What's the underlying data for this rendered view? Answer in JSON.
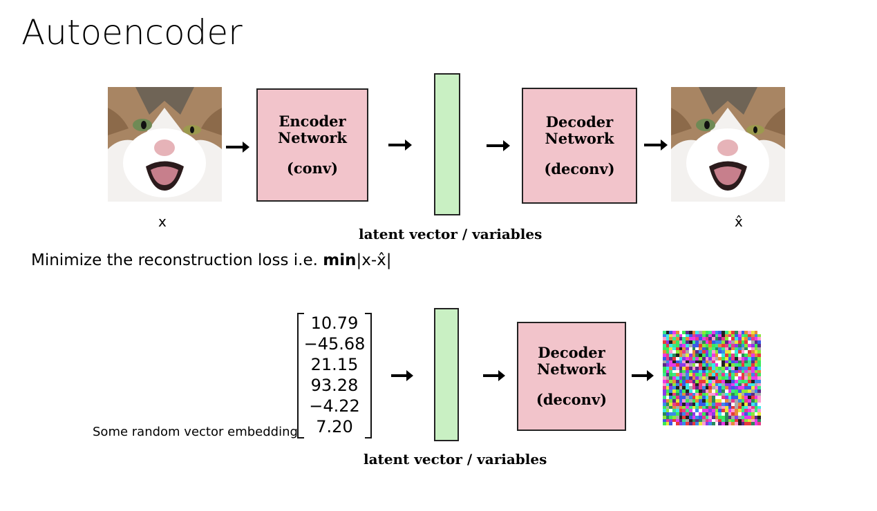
{
  "slide": {
    "title": "Autoencoder"
  },
  "top_diagram": {
    "input_image": {
      "label": "x",
      "description": "cat photo (input)"
    },
    "encoder": {
      "line1": "Encoder",
      "line2": "Network",
      "sub": "(conv)"
    },
    "latent_label": "latent vector / variables",
    "decoder": {
      "line1": "Decoder",
      "line2": "Network",
      "sub": "(deconv)"
    },
    "output_image": {
      "label": "x̂",
      "description": "cat photo (reconstruction)"
    }
  },
  "loss_text": {
    "prefix": "Minimize the reconstruction loss i.e. ",
    "bold": "min",
    "suffix": "|x-x̂|"
  },
  "bottom_diagram": {
    "embedding_caption": "Some random vector embedding",
    "vector_values": [
      "10.79",
      "−45.68",
      "21.15",
      "93.28",
      "−4.22",
      "7.20"
    ],
    "latent_label": "latent vector / variables",
    "decoder": {
      "line1": "Decoder",
      "line2": "Network",
      "sub": "(deconv)"
    },
    "output_image": {
      "description": "random colored noise image"
    }
  },
  "colors": {
    "network_box": "#f2c4cb",
    "latent_box": "#c9f0c3"
  }
}
